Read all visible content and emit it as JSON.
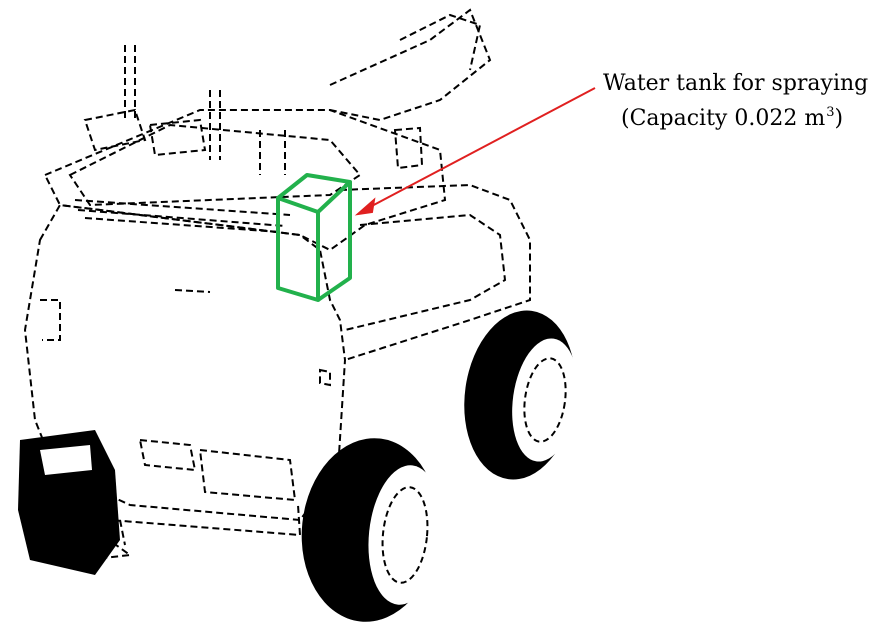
{
  "annotation": {
    "line1": "Water tank for spraying",
    "line2_prefix": "(Capacity 0.022 m",
    "line2_sup": "3",
    "line2_suffix": ")"
  },
  "colors": {
    "outline": "#000000",
    "tank_highlight": "#22b14c",
    "arrow": "#e02020",
    "background": "#ffffff"
  }
}
